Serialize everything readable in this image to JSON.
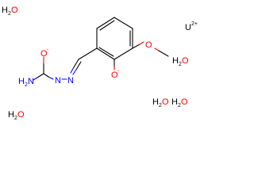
{
  "molecule": {
    "water_label": "H",
    "water_sub": "2",
    "water_o": "O",
    "uranium_label": "U",
    "uranium_charge": "2+",
    "phenolate_o": "O",
    "phenolate_charge": "-",
    "methoxy_o": "O",
    "carbonyl_o": "O",
    "carbonyl_charge": "-",
    "nh2_label": "H",
    "nh2_sub": "2",
    "nh2_n": "N",
    "hydrazone_n1": "N",
    "hydrazone_n2": "N"
  },
  "colors": {
    "bond": "#000000",
    "oxygen": "#ff0000",
    "nitrogen": "#0000ff"
  }
}
